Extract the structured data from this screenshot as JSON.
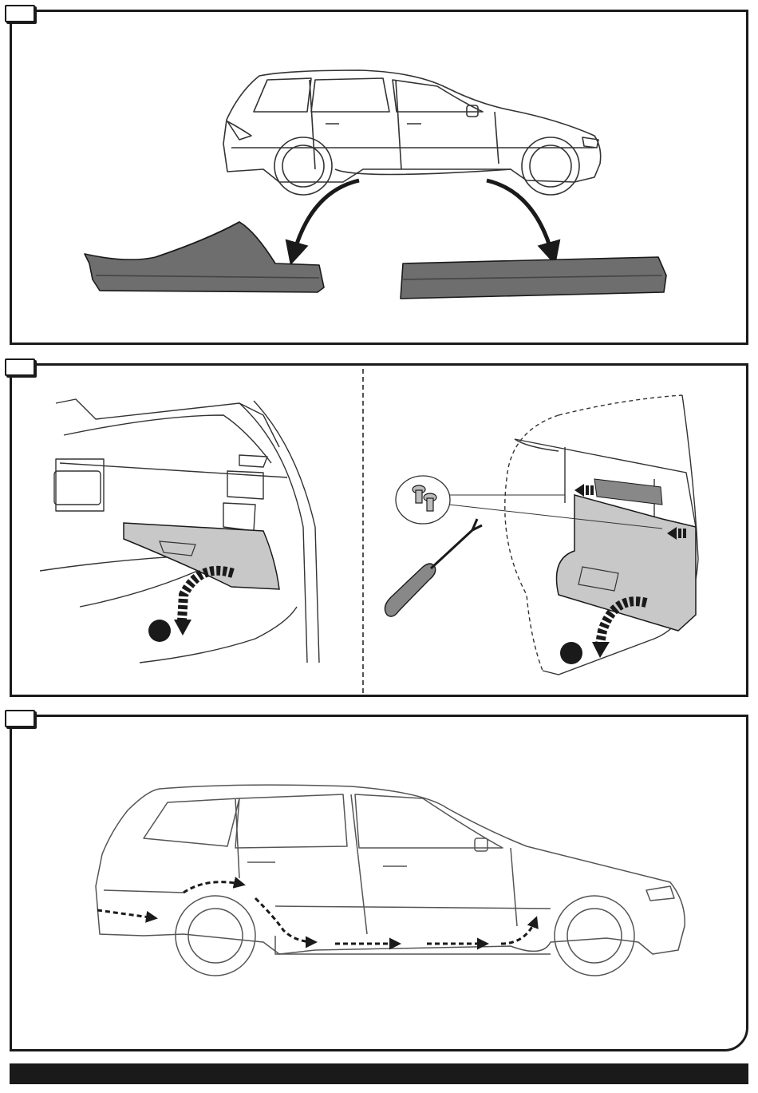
{
  "steps": [
    {
      "id": "step-1",
      "label": ""
    },
    {
      "id": "step-2",
      "label": ""
    },
    {
      "id": "step-3",
      "label": ""
    }
  ],
  "colors": {
    "outline": "#1a1a1a",
    "trim_fill": "#6e6e6e",
    "glovebox_fill": "#c8c8c8",
    "car_line": "#333333",
    "background": "#ffffff"
  },
  "icons": [
    "arrow-icon",
    "screwdriver-icon",
    "trim-tool-icon",
    "clip-icon",
    "dashed-route-arrow-icon"
  ]
}
